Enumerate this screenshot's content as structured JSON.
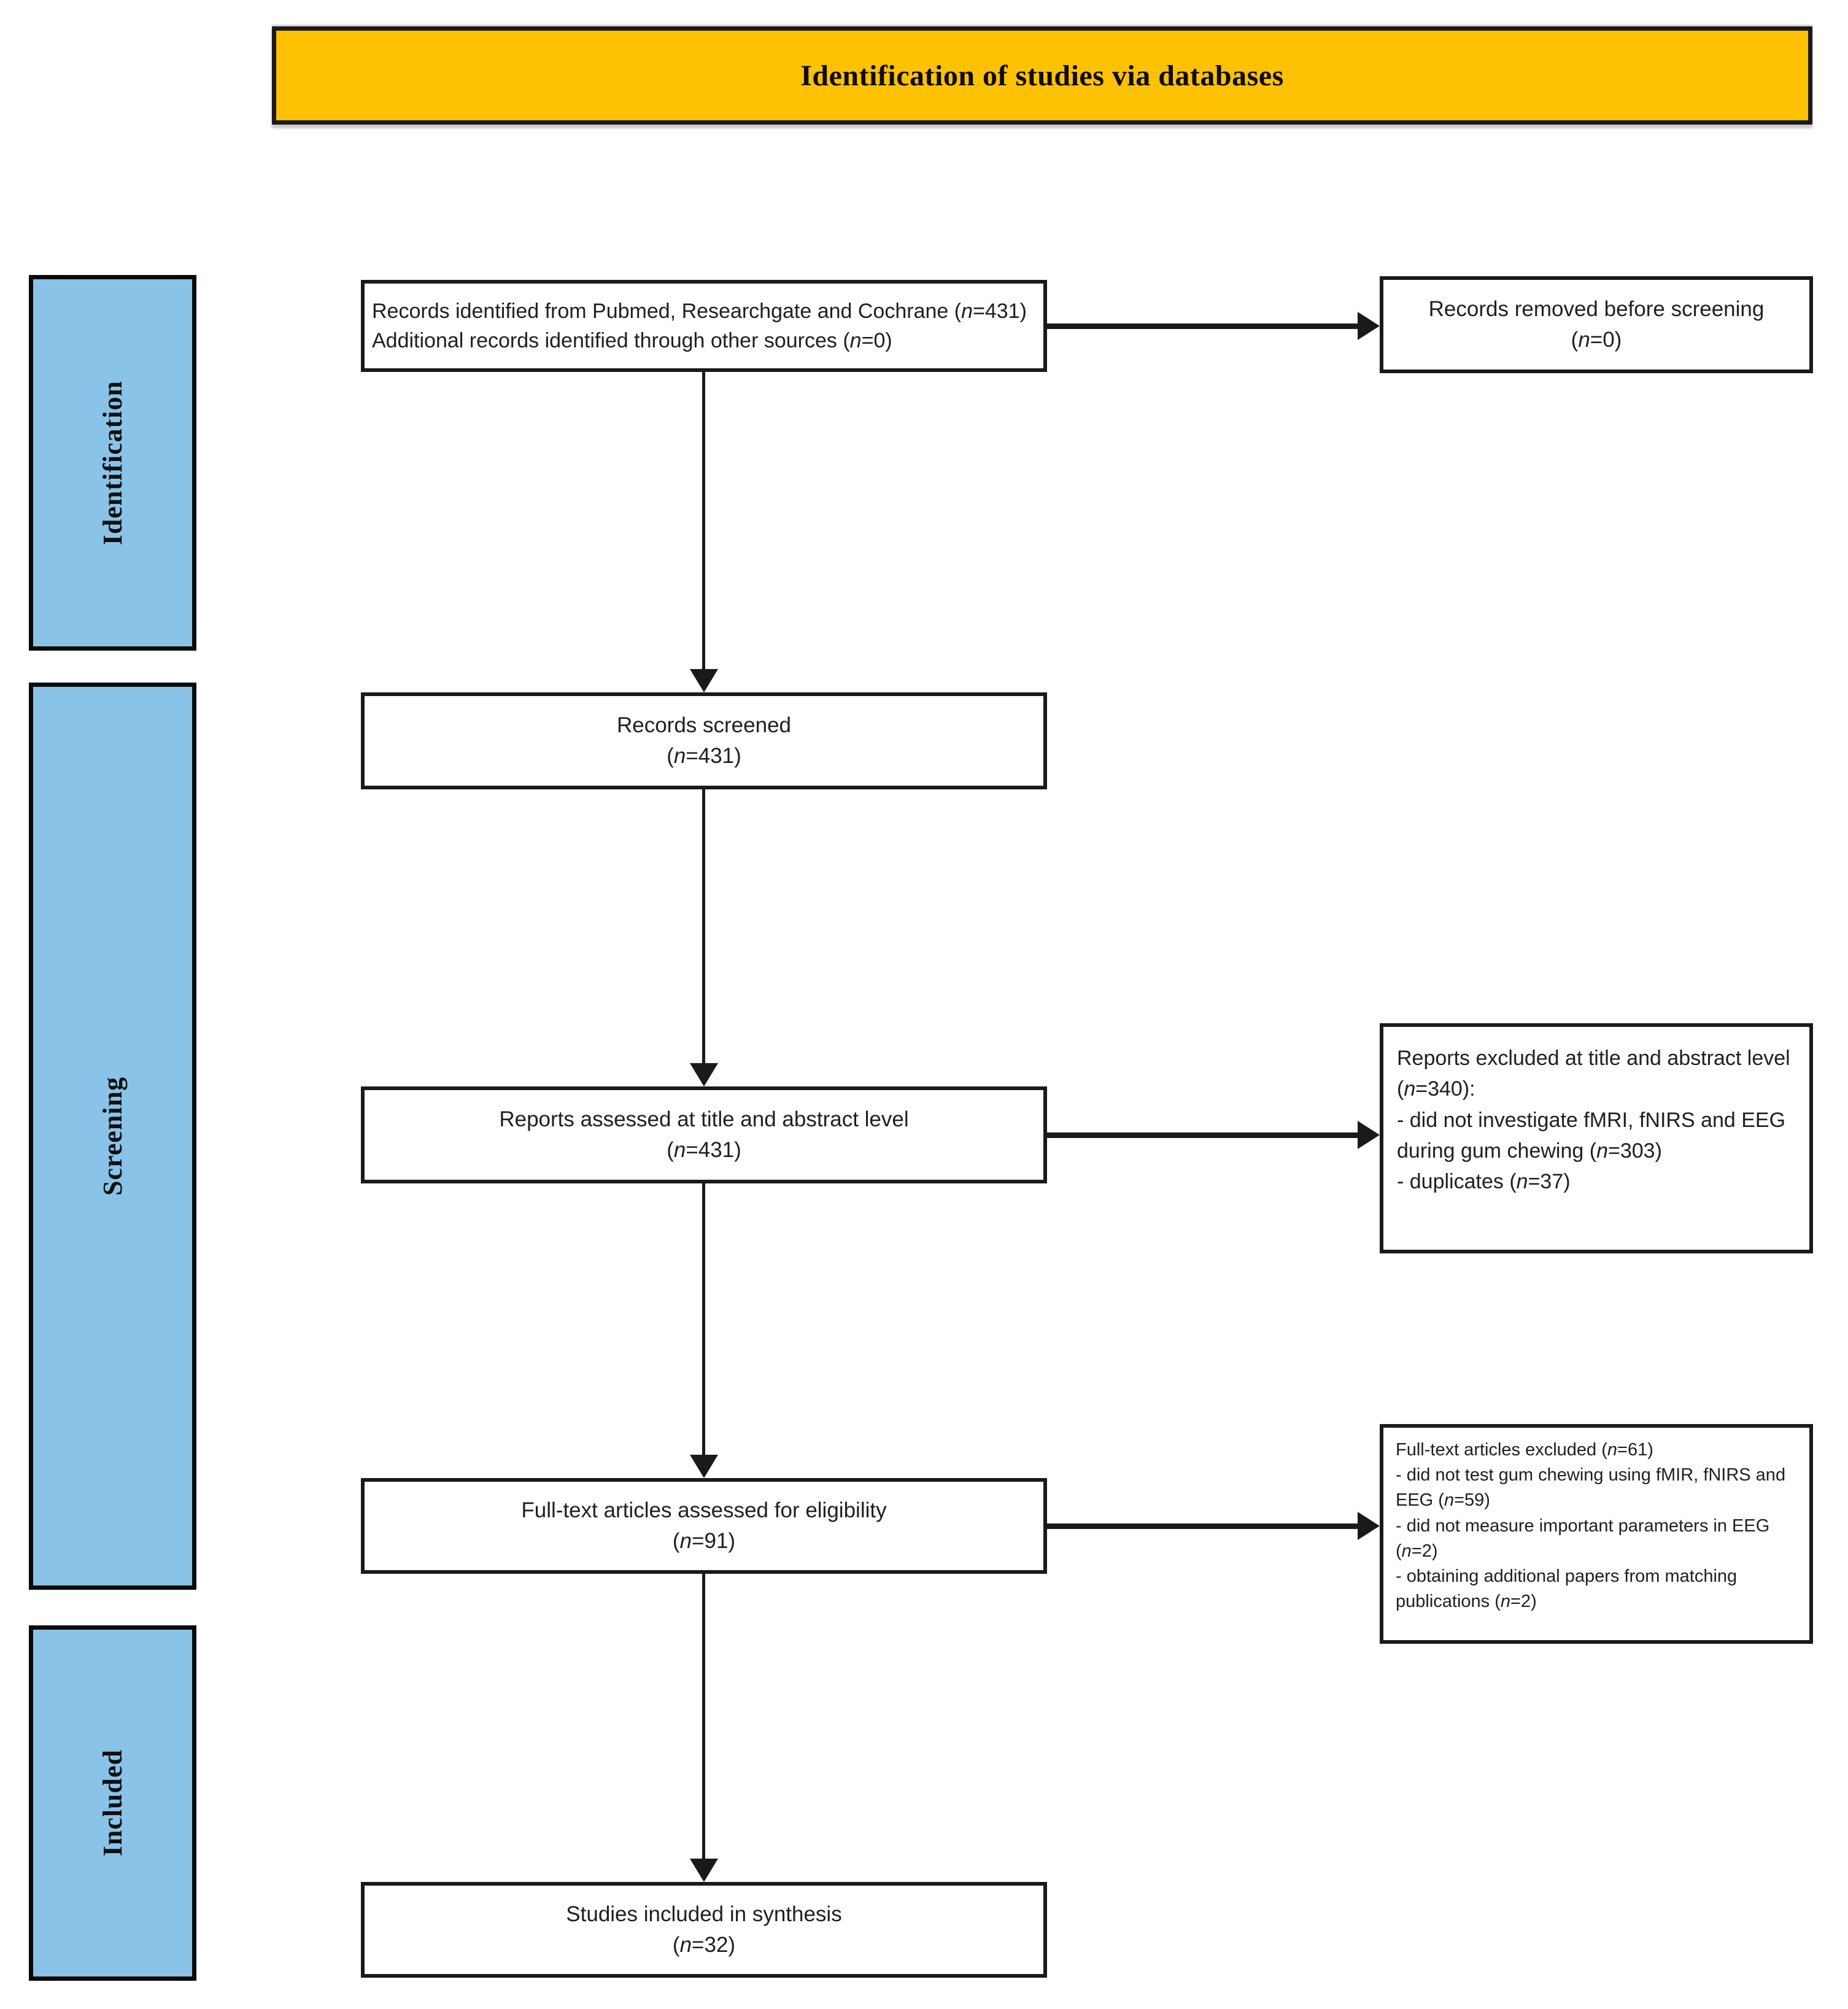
{
  "colors": {
    "banner_fill": "#FFC103",
    "stage_fill": "#8AC3E8",
    "text": "#202020"
  },
  "banner": {
    "title": "Identification of studies via databases"
  },
  "stages": {
    "identification": "Identification",
    "screening": "Screening",
    "included": "Included"
  },
  "flow": {
    "records_identified": {
      "lines": [
        "Records identified from Pubmed, Researchgate and Cochrane (n=431)",
        "Additional records identified through other sources (n=0)"
      ]
    },
    "records_screened": {
      "label": "Records screened",
      "count": "(n=431)"
    },
    "reports_assessed": {
      "label": "Reports assessed at title and abstract level",
      "count": "(n=431)"
    },
    "fulltext_assessed": {
      "label": "Full-text articles assessed for eligibility",
      "count": "(n=91)"
    },
    "studies_included": {
      "label": "Studies included in synthesis",
      "count": "(n=32)"
    }
  },
  "exclusions": {
    "records_removed": {
      "label": "Records removed before screening",
      "count": "(n=0)"
    },
    "reports_excluded": {
      "lines": [
        "Reports excluded at title and abstract level (n=340):",
        "- did not investigate fMRI, fNIRS and EEG during gum chewing (n=303)",
        "- duplicates (n=37)"
      ]
    },
    "fulltext_excluded": {
      "lines": [
        "Full-text articles excluded (n=61)",
        "- did not test gum chewing using fMIR, fNIRS and EEG (n=59)",
        "- did not measure important parameters in EEG (n=2)",
        "- obtaining additional papers from matching publications (n=2)"
      ]
    }
  }
}
